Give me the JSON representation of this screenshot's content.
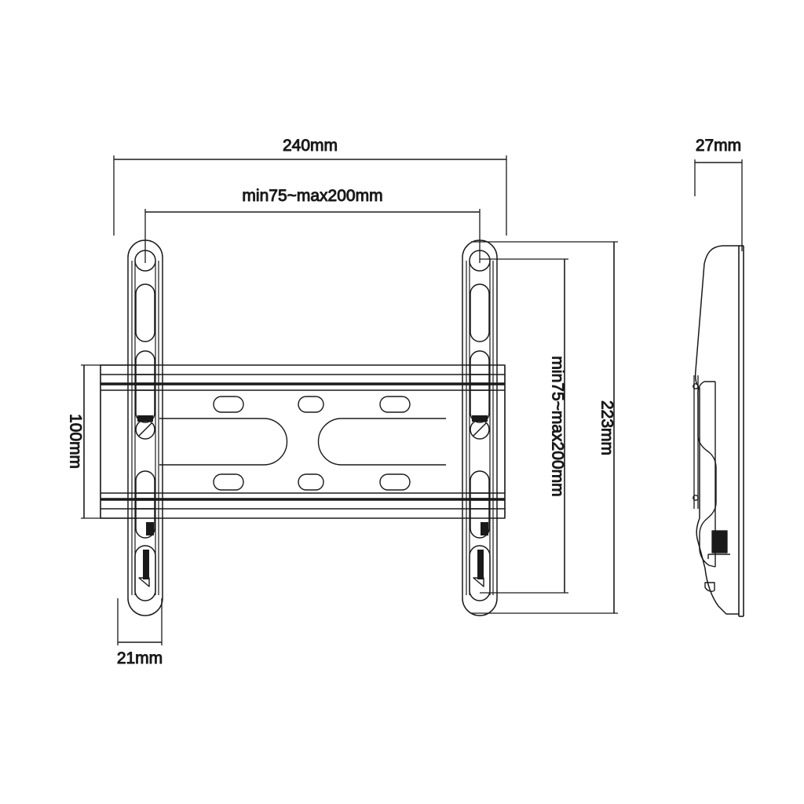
{
  "drawing": {
    "title": "TV wall mount bracket dimensional drawing",
    "background_color": "#ffffff",
    "line_color": "#1a1a1a",
    "text_color": "#1a1a1a",
    "views": [
      {
        "name": "front-view",
        "label": "front view of wall mount bracket"
      },
      {
        "name": "side-view",
        "label": "side profile view of wall mount bracket"
      }
    ]
  },
  "dimensions": {
    "overall_width": {
      "label": "240mm",
      "orientation": "horizontal",
      "position": "top",
      "view": "front-view"
    },
    "mount_pattern_width": {
      "label": "min75~max200mm",
      "orientation": "horizontal",
      "position": "top-inner",
      "view": "front-view"
    },
    "plate_height": {
      "label": "100mm",
      "orientation": "vertical",
      "position": "left",
      "view": "front-view"
    },
    "arm_depth": {
      "label": "21mm",
      "orientation": "horizontal",
      "position": "bottom",
      "view": "front-view"
    },
    "mount_pattern_height": {
      "label": "min75~max200mm",
      "orientation": "vertical",
      "position": "right-inner",
      "view": "front-view"
    },
    "overall_height": {
      "label": "223mm",
      "orientation": "vertical",
      "position": "right-outer",
      "view": "front-view"
    },
    "profile_depth": {
      "label": "27mm",
      "orientation": "horizontal",
      "position": "top",
      "view": "side-view"
    }
  }
}
